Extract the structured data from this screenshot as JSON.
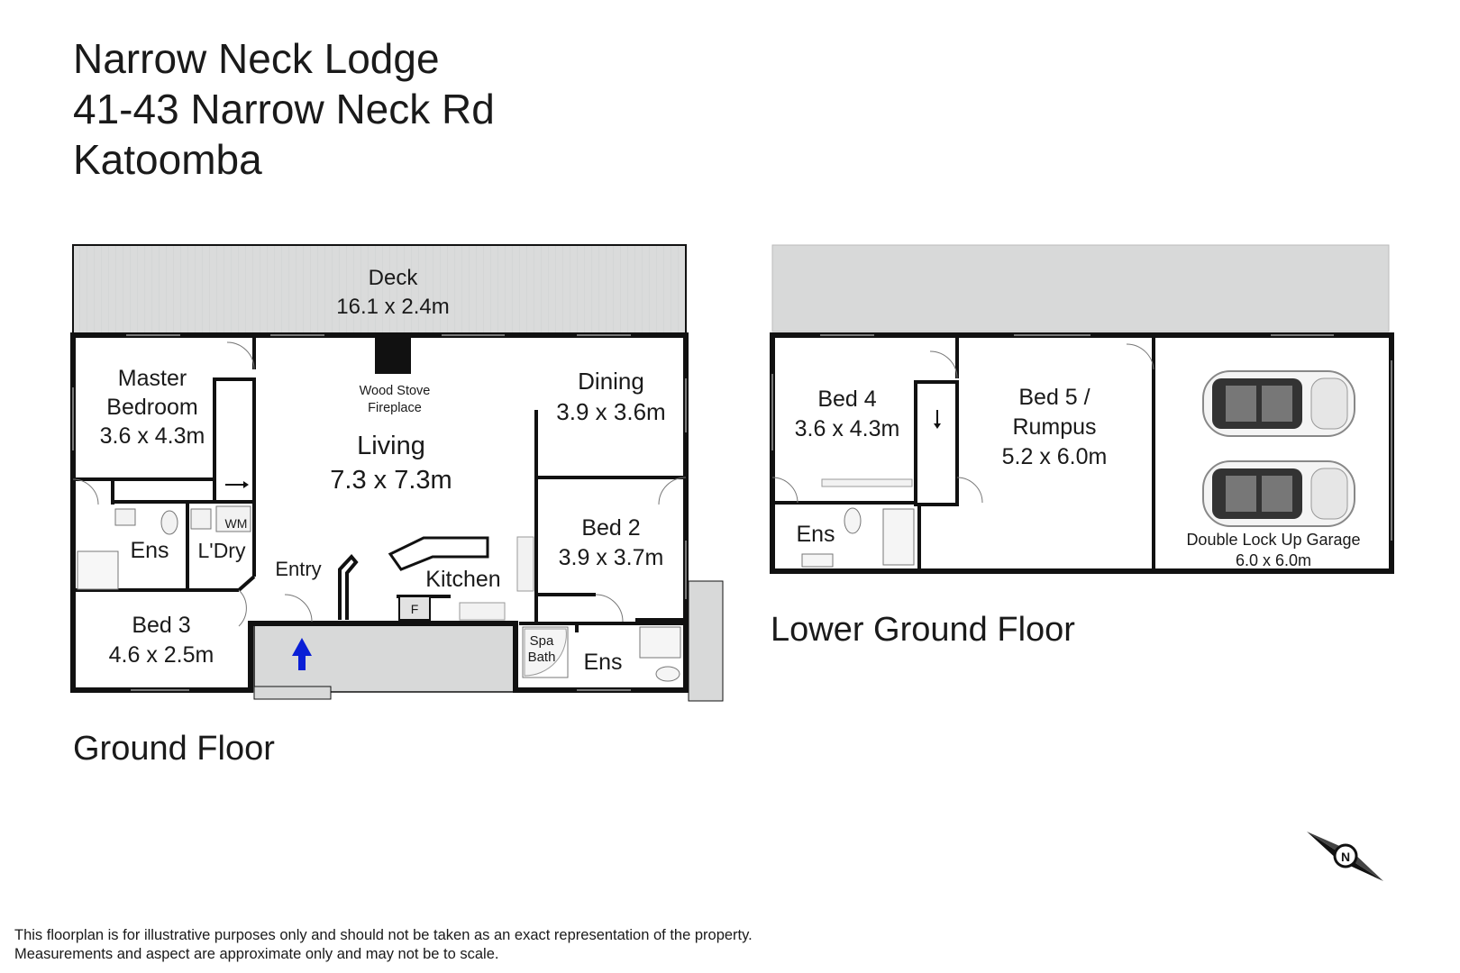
{
  "header": {
    "line1": "Narrow Neck Lodge",
    "line2": "41-43 Narrow Neck Rd",
    "line3": "Katoomba"
  },
  "floors": {
    "ground": "Ground Floor",
    "lower": "Lower Ground Floor"
  },
  "rooms": {
    "deck": {
      "name": "Deck",
      "size": "16.1 x 2.4m"
    },
    "master": {
      "name1": "Master",
      "name2": "Bedroom",
      "size": "3.6 x 4.3m"
    },
    "wood_stove": {
      "line1": "Wood Stove",
      "line2": "Fireplace"
    },
    "living": {
      "name": "Living",
      "size": "7.3 x 7.3m"
    },
    "dining": {
      "name": "Dining",
      "size": "3.9 x 3.6m"
    },
    "bed2": {
      "name": "Bed 2",
      "size": "3.9 x 3.7m"
    },
    "ens1": "Ens",
    "ldry": "L'Dry",
    "wm": "WM",
    "entry": "Entry",
    "kitchen": "Kitchen",
    "fridge": "F",
    "bed3": {
      "name": "Bed 3",
      "size": "4.6 x 2.5m"
    },
    "spa": {
      "line1": "Spa",
      "line2": "Bath"
    },
    "ens2": "Ens",
    "bed4": {
      "name": "Bed 4",
      "size": "3.6 x 4.3m"
    },
    "bed5": {
      "name1": "Bed 5 /",
      "name2": "Rumpus",
      "size": "5.2 x 6.0m"
    },
    "ens3": "Ens",
    "garage": {
      "name": "Double Lock Up Garage",
      "size": "6.0 x 6.0m"
    }
  },
  "compass": {
    "letter": "N"
  },
  "disclaimer": {
    "line1": "This floorplan is for illustrative purposes only and should not be taken as an exact representation of the property.",
    "line2": "Measurements and aspect are approximate only and may not be to scale."
  },
  "colors": {
    "wall": "#111111",
    "deck": "#d8d9d9",
    "entry_arrow": "#0a1fd6",
    "floor": "#ffffff"
  }
}
